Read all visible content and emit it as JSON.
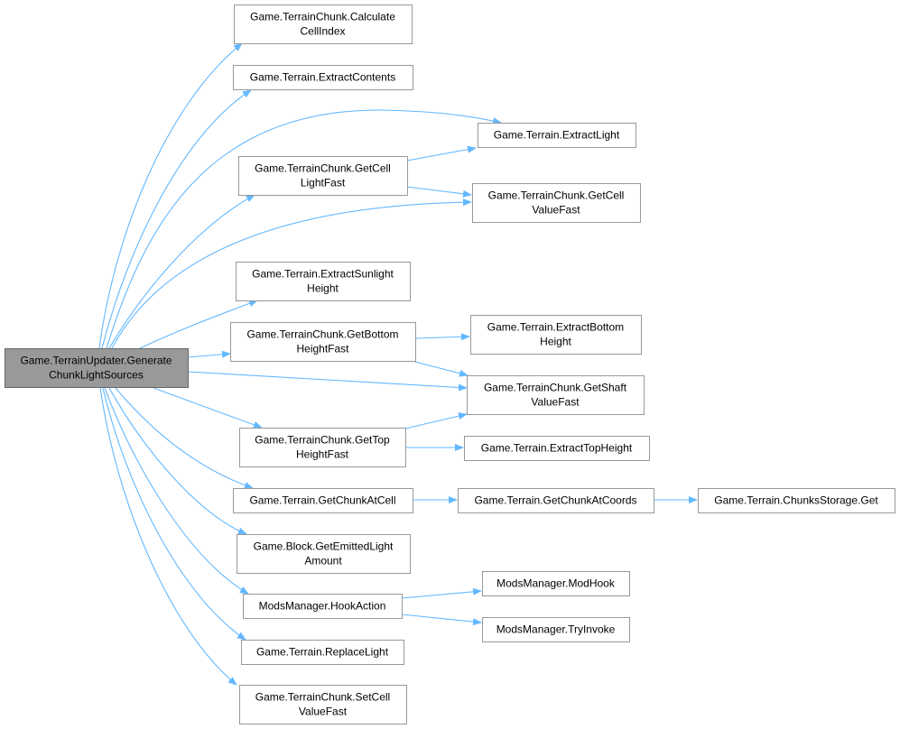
{
  "colors": {
    "edge": "#63b8ff",
    "node_border": "#999999",
    "root_fill": "#999999"
  },
  "nodes": {
    "root": [
      "Game.TerrainUpdater.Generate",
      "ChunkLightSources"
    ],
    "calc": [
      "Game.TerrainChunk.Calculate",
      "CellIndex"
    ],
    "extractContents": [
      "Game.Terrain.ExtractContents"
    ],
    "extractLight": [
      "Game.Terrain.ExtractLight"
    ],
    "getCellLightFast": [
      "Game.TerrainChunk.GetCell",
      "LightFast"
    ],
    "getCellValueFast": [
      "Game.TerrainChunk.GetCell",
      "ValueFast"
    ],
    "sunlight": [
      "Game.Terrain.ExtractSunlight",
      "Height"
    ],
    "bottom": [
      "Game.TerrainChunk.GetBottom",
      "HeightFast"
    ],
    "extractBottom": [
      "Game.Terrain.ExtractBottom",
      "Height"
    ],
    "shaft": [
      "Game.TerrainChunk.GetShaft",
      "ValueFast"
    ],
    "top": [
      "Game.TerrainChunk.GetTop",
      "HeightFast"
    ],
    "extractTop": [
      "Game.Terrain.ExtractTopHeight"
    ],
    "chunkAtCell": [
      "Game.Terrain.GetChunkAtCell"
    ],
    "chunkAtCoords": [
      "Game.Terrain.GetChunkAtCoords"
    ],
    "storageGet": [
      "Game.Terrain.ChunksStorage.Get"
    ],
    "emitted": [
      "Game.Block.GetEmittedLight",
      "Amount"
    ],
    "hook": [
      "ModsManager.HookAction"
    ],
    "modHook": [
      "ModsManager.ModHook"
    ],
    "tryInvoke": [
      "ModsManager.TryInvoke"
    ],
    "replace": [
      "Game.Terrain.ReplaceLight"
    ],
    "setCell": [
      "Game.TerrainChunk.SetCell",
      "ValueFast"
    ]
  }
}
